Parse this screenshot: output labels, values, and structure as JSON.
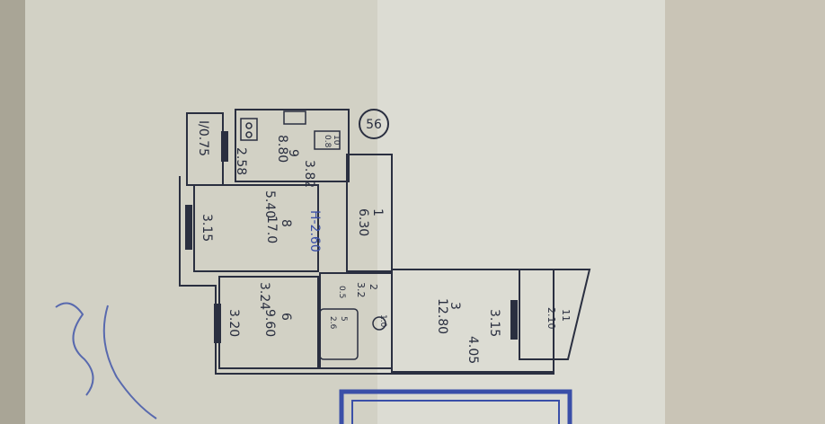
{
  "apartment_number": "56",
  "height": "H-2.60",
  "rooms": [
    {
      "id": "1",
      "area": "6.30"
    },
    {
      "id": "2",
      "area": "3.2"
    },
    {
      "id": "3",
      "area": "12.80"
    },
    {
      "id": "5",
      "area": "2.6"
    },
    {
      "id": "6",
      "area": "9.60"
    },
    {
      "id": "8",
      "area": "17.0"
    },
    {
      "id": "9",
      "area": "8.80"
    },
    {
      "id": "10",
      "area": "0.8"
    },
    {
      "id": "11",
      "area": "2.10"
    }
  ],
  "dimensions": [
    "5.40",
    "3.15",
    "3.24",
    "3.20",
    "2.58",
    "3.82",
    "3.15",
    "4.05",
    "I/0.75",
    "0.5",
    "1.0"
  ],
  "colors": {
    "paper": "#d2d1c5",
    "ink": "#2a2f40",
    "stamp": "#3a4fa8"
  }
}
